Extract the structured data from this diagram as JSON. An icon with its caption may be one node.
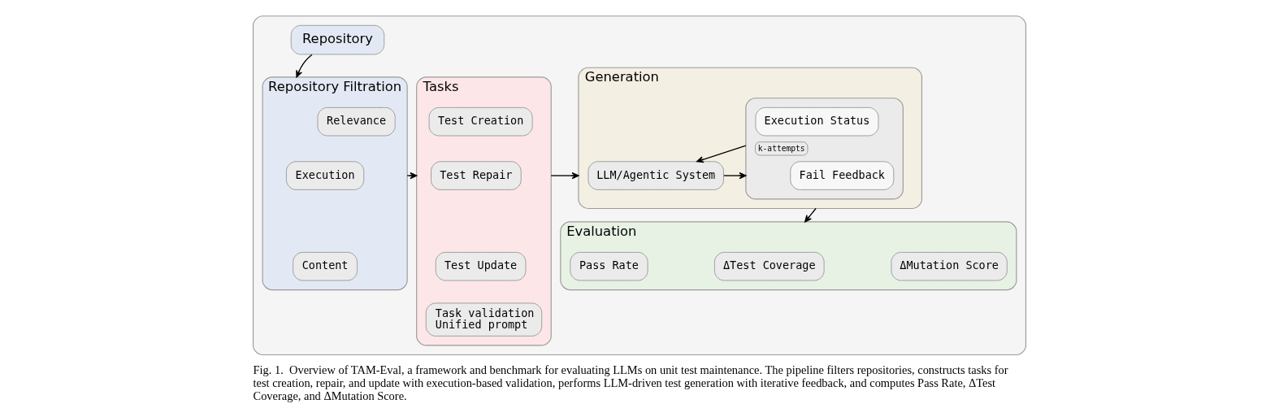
{
  "diagram": {
    "caption": "Fig. 1.  Overview of TAM-Eval, a framework and benchmark for evaluating LLMs on unit test maintenance. The pipeline filters repositories, constructs tasks for test creation, repair, and update with execution-based validation, performs LLM-driven test generation with iterative feedback, and computes Pass Rate, ΔTest Coverage, and ΔMutation Score.",
    "nodes": [
      {
        "text": [],
        "shape": "box"
      },
      {
        "text": [
          "Repository"
        ],
        "in": 0
      },
      {
        "text": [
          "Repository Filtration"
        ],
        "in": 0
      },
      {
        "text": [
          "Relevance"
        ],
        "in": 2
      },
      {
        "text": [
          "Execution"
        ],
        "in": 2
      },
      {
        "text": [
          "Content"
        ],
        "in": 2
      },
      {
        "text": [
          "Tasks"
        ],
        "in": 0
      },
      {
        "text": [
          "Test Creation"
        ],
        "in": 6
      },
      {
        "text": [
          "Test Repair"
        ],
        "in": 6
      },
      {
        "text": [
          "Test Update"
        ],
        "in": 6
      },
      {
        "text": [
          "Task validation",
          "Unified prompt"
        ],
        "in": 6
      },
      {
        "text": [
          "Generation"
        ],
        "in": 0
      },
      {
        "text": [
          "LLM/Agentic System"
        ],
        "in": 11
      },
      {
        "text": [],
        "shape": "box",
        "in": 11
      },
      {
        "text": [
          "Execution Status"
        ],
        "in": 13
      },
      {
        "text": [
          "Fail Feedback"
        ],
        "in": 13
      },
      {
        "text": [
          "Evaluation"
        ],
        "in": 0
      },
      {
        "text": [
          "Pass Rate"
        ],
        "in": 16
      },
      {
        "text": [
          "ΔTest Coverage"
        ],
        "in": 16
      },
      {
        "text": [
          "ΔMutation Score"
        ],
        "in": 16
      }
    ],
    "edges": [
      {
        "from": 1,
        "to": 2,
        "arrow": "to"
      },
      {
        "from": 2,
        "to": 6,
        "arrow": "to"
      },
      {
        "from": 6,
        "to": 11,
        "arrow": "to"
      },
      {
        "from": 12,
        "to": 13,
        "arrow": "to"
      },
      {
        "from": 13,
        "to": 12,
        "arrow": "to",
        "label": "k-attempts"
      },
      {
        "from": 11,
        "to": 16,
        "arrow": "to"
      }
    ]
  }
}
